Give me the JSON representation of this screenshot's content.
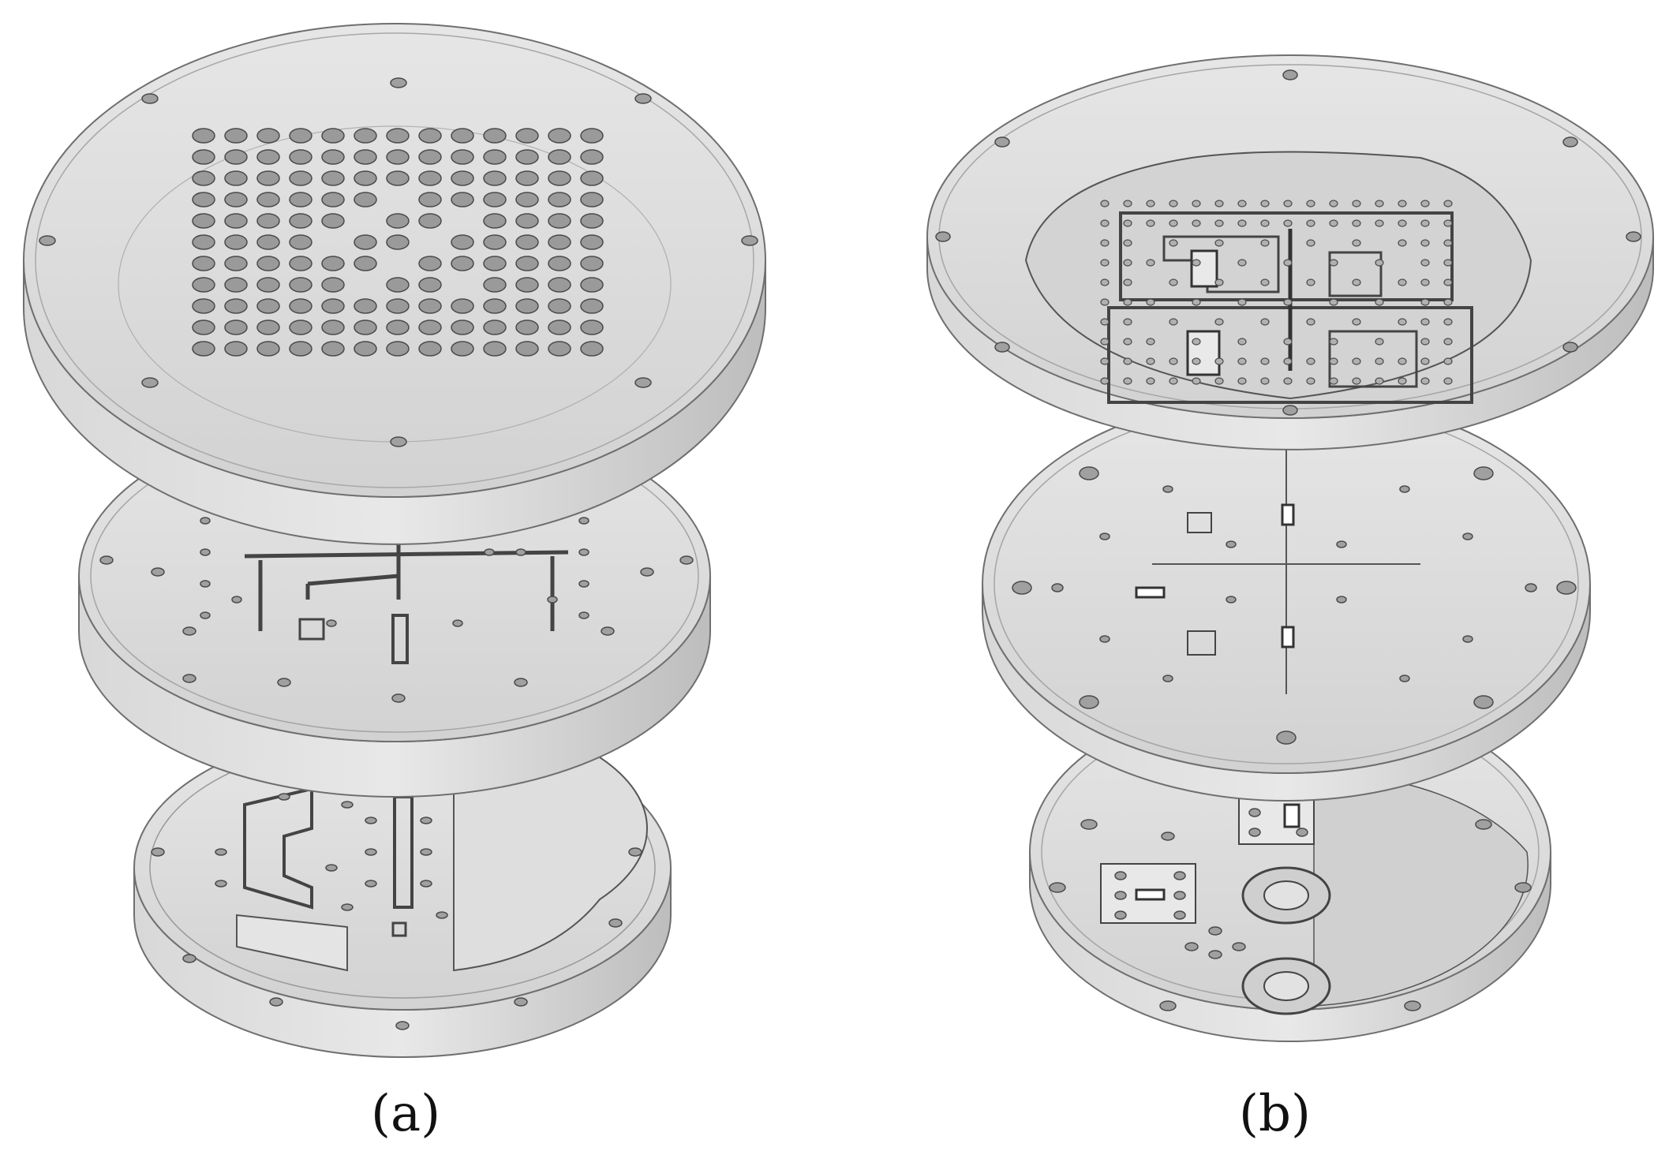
{
  "panels": [
    {
      "id": "a",
      "caption": "(a)"
    },
    {
      "id": "b",
      "caption": "(b)"
    }
  ],
  "colors": {
    "plate_top": "#dcdcdc",
    "plate_side": "#c9c9c9",
    "edge": "#6f6f6f",
    "hole_fill": "#9a9a9a",
    "hole_stroke": "#4a4a4a",
    "trace": "#555555"
  }
}
